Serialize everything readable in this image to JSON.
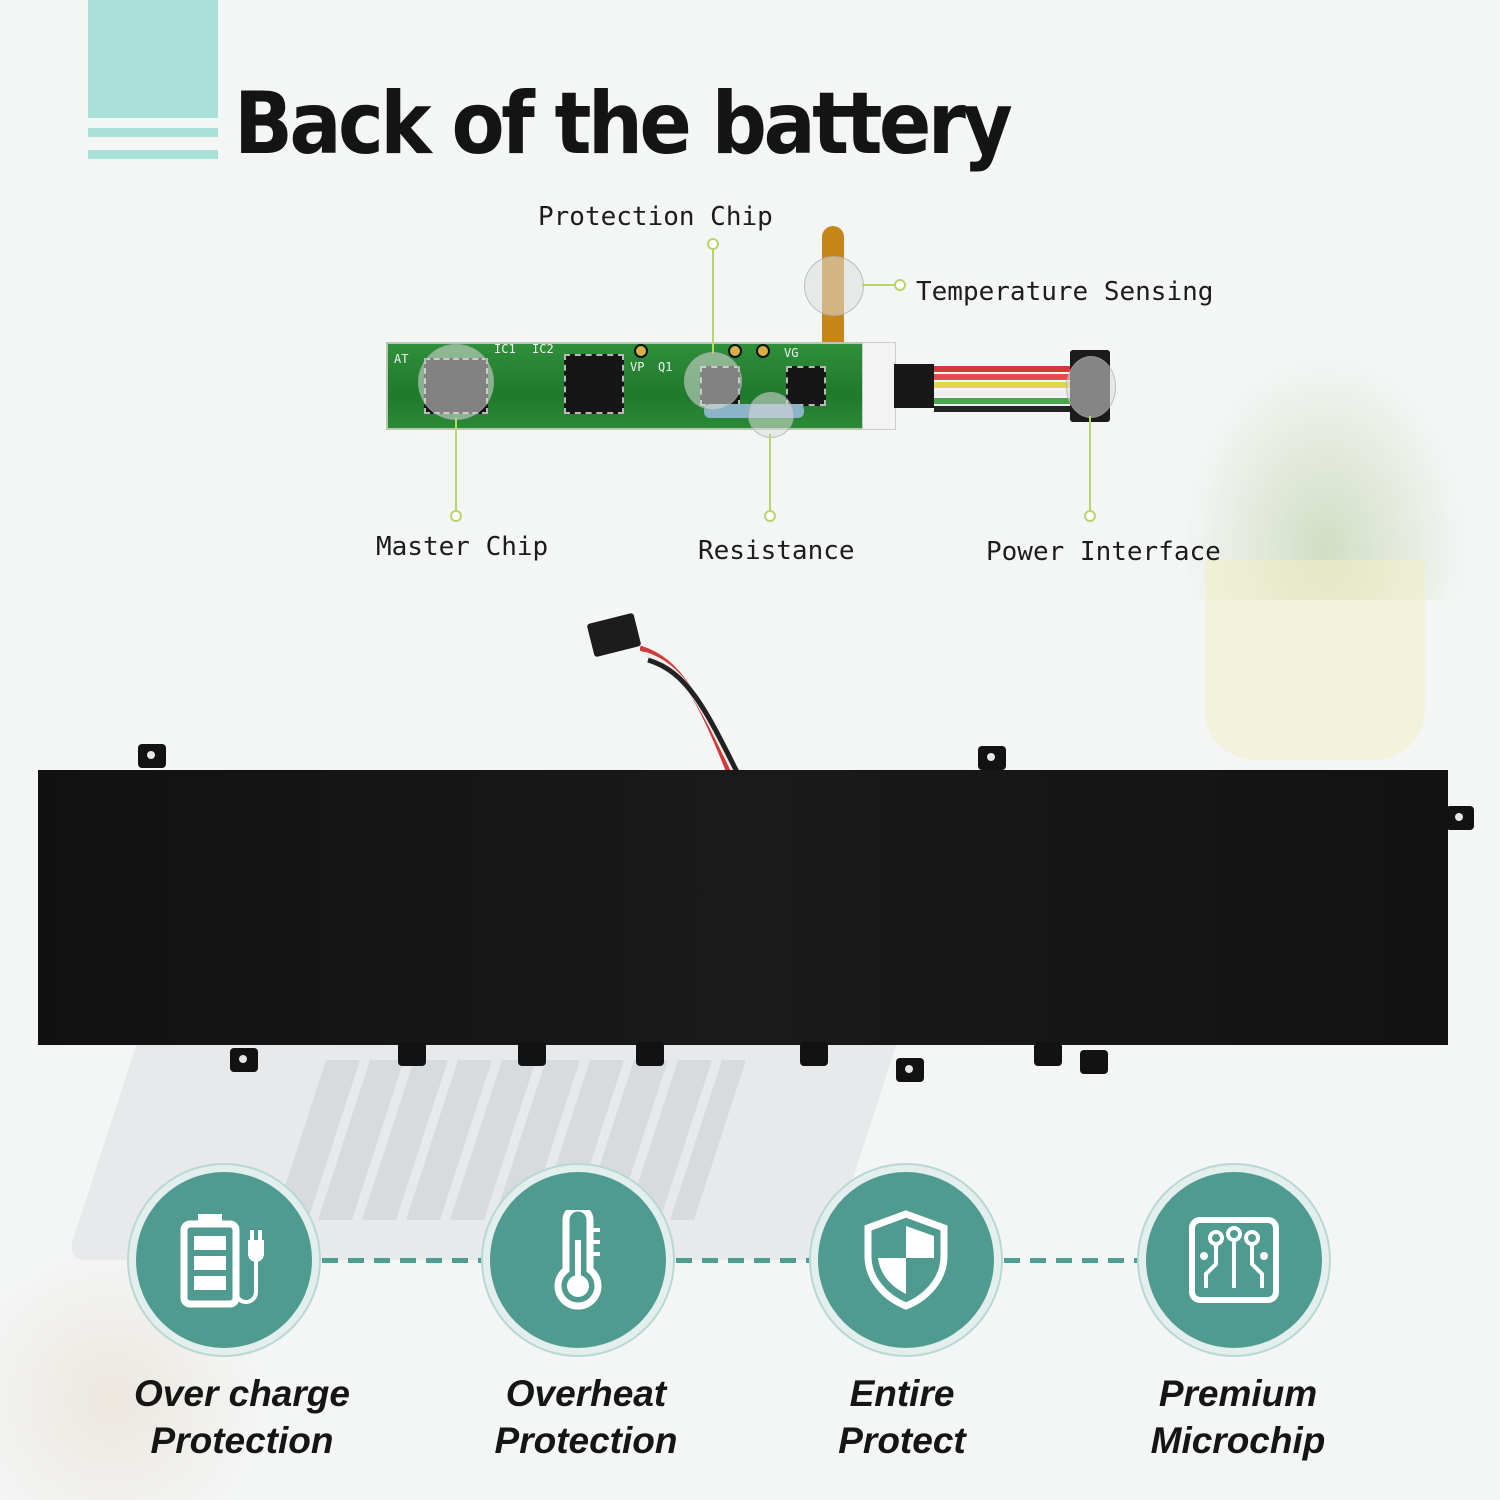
{
  "header": {
    "title": "Back of the battery"
  },
  "diagram": {
    "protection_chip": "Protection Chip",
    "temperature_sensing": "Temperature Sensing",
    "master_chip": "Master Chip",
    "resistance": "Resistance",
    "power_interface": "Power Interface",
    "pcb_labels": [
      "AT",
      "IC1",
      "IC2",
      "VP",
      "Q1",
      "VG"
    ]
  },
  "features": [
    {
      "line1": "Over charge",
      "line2": "Protection",
      "icon": "battery-charge-icon"
    },
    {
      "line1": "Overheat",
      "line2": "Protection",
      "icon": "thermometer-icon"
    },
    {
      "line1": "Entire",
      "line2": "Protect",
      "icon": "shield-icon"
    },
    {
      "line1": "Premium",
      "line2": "Microchip",
      "icon": "microchip-icon"
    }
  ],
  "colors": {
    "accent": "#a9e1d9",
    "feature_teal": "#4f9b8f",
    "leader_green": "#b7d56a"
  }
}
